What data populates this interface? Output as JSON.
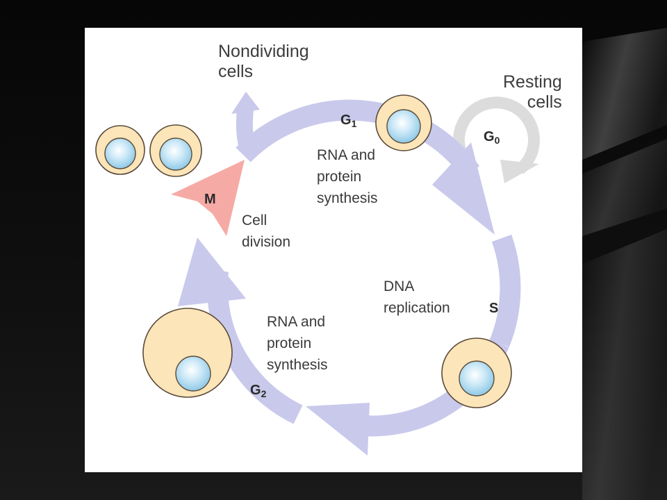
{
  "diagram": {
    "labels": {
      "nondividing": "Nondividing\ncells",
      "resting": "Resting\ncells",
      "g1_text": "RNA and\nprotein\nsynthesis",
      "cell_division": "Cell\ndivision",
      "dna_replication": "DNA\nreplication",
      "g2_text": "RNA and\nprotein\nsynthesis"
    },
    "phases": {
      "g1": {
        "letter": "G",
        "sub": "1"
      },
      "g0": {
        "letter": "G",
        "sub": "0"
      },
      "m": {
        "letter": "M"
      },
      "s": {
        "letter": "S"
      },
      "g2": {
        "letter": "G",
        "sub": "2"
      }
    },
    "colors": {
      "cycle_arrow": "#c9c9ec",
      "m_arrow": "#f6aaa6",
      "g0_arrow": "#dcdcdc",
      "cytoplasm": "#fce5b8",
      "cell_border": "#5a4a3a",
      "nucleus": "#bfe3f5"
    }
  }
}
